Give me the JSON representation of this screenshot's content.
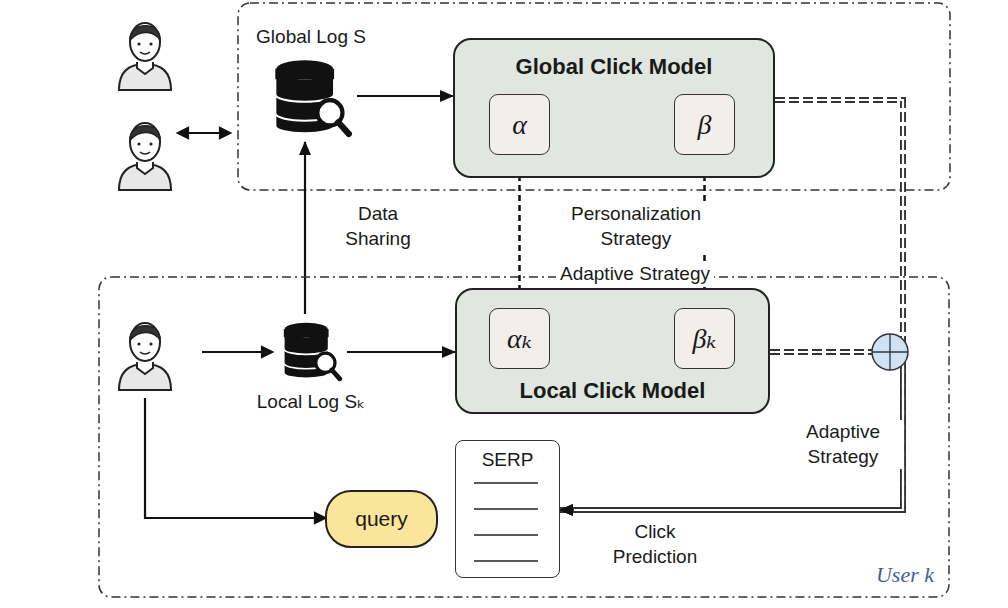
{
  "diagram": {
    "nodes": [
      {
        "text": [
          "User k"
        ]
      },
      {
        "text": [
          "Global Log S"
        ]
      },
      {
        "text": [
          "Global Click Model"
        ]
      },
      {
        "text": [
          "α"
        ],
        "in": 2
      },
      {
        "text": [
          "β"
        ],
        "in": 2
      },
      {
        "text": [
          "Local Log Sₖ"
        ],
        "in": 0
      },
      {
        "text": [
          "Local Click Model"
        ],
        "in": 0
      },
      {
        "text": [
          "αₖ"
        ],
        "in": 6
      },
      {
        "text": [
          "βₖ"
        ],
        "in": 6
      },
      {
        "text": [
          "query"
        ],
        "in": 0
      },
      {
        "text": [
          "SERP"
        ],
        "in": 0
      }
    ],
    "edges": [
      {
        "from": 1,
        "to": 2,
        "arrow": "to"
      },
      {
        "from": 5,
        "to": 1,
        "label": "Data Sharing",
        "arrow": "to"
      },
      {
        "from": 5,
        "to": 6,
        "arrow": "to"
      },
      {
        "from": 3,
        "to": 7,
        "label": "Personalization Strategy",
        "arrow": "to"
      },
      {
        "from": 4,
        "to": 8,
        "label": "Adaptive Strategy",
        "arrow": "to"
      },
      {
        "from": 2,
        "to": 10,
        "label": "Adaptive Strategy",
        "arrow": "to"
      },
      {
        "from": 6,
        "to": 10,
        "label": "Click Prediction",
        "arrow": "to"
      }
    ]
  }
}
